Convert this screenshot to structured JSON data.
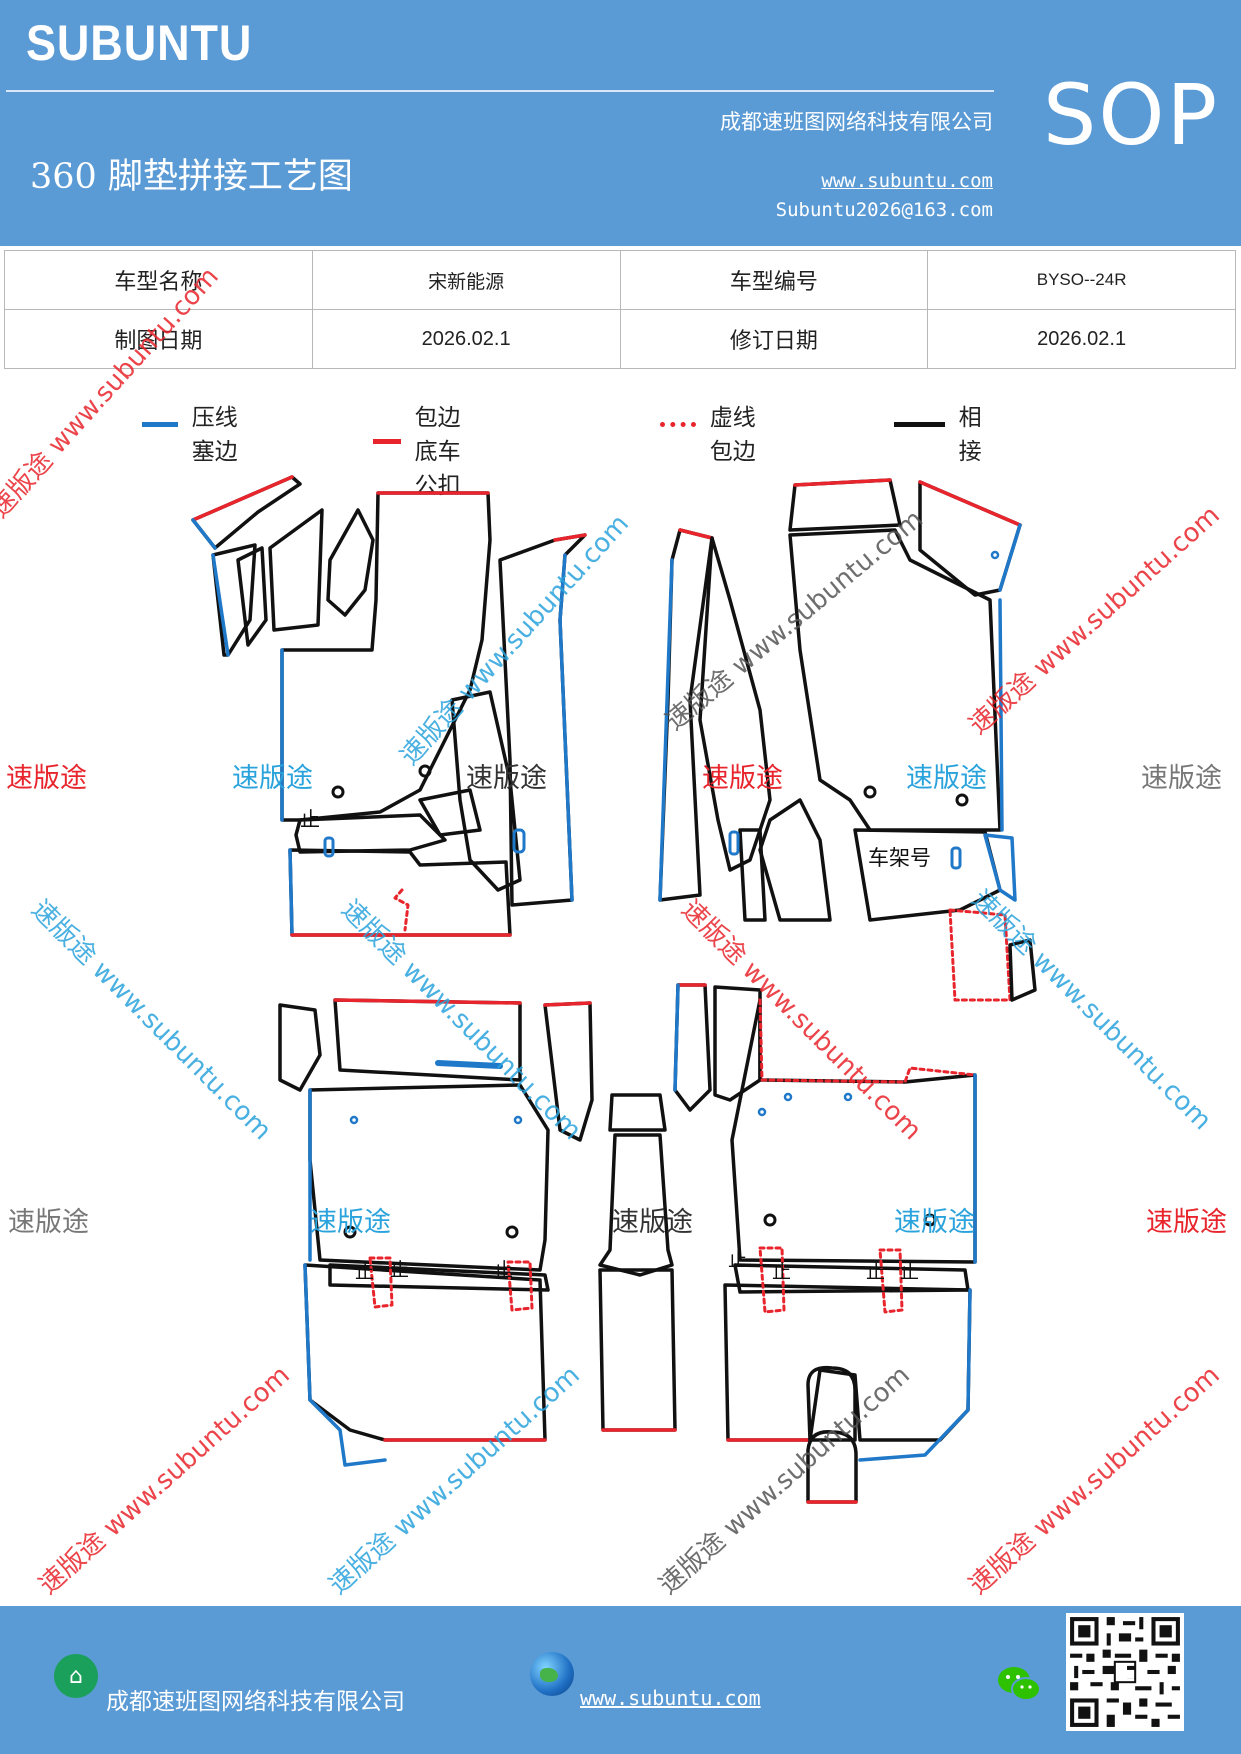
{
  "header": {
    "brand": "SUBUNTU",
    "title": "360 脚垫拼接工艺图",
    "company": "成都速班图网络科技有限公司",
    "website": "www.subuntu.com",
    "email": "Subuntu2026@163.com",
    "doc_type": "SOP",
    "bg_color": "#5b9bd5"
  },
  "info": {
    "model_name_label": "车型名称",
    "model_name": "宋新能源",
    "model_code_label": "车型编号",
    "model_code": "BYSO--24R",
    "draw_date_label": "制图日期",
    "draw_date": "2026.02.1",
    "revise_date_label": "修订日期",
    "revise_date": "2026.02.1"
  },
  "legend": [
    {
      "label": "压线塞边",
      "color": "#1f78c8",
      "style": "solid"
    },
    {
      "label": "包边底车公扣",
      "color": "#e8252c",
      "style": "solid"
    },
    {
      "label": "虚线包边",
      "color": "#e8252c",
      "style": "dotted"
    },
    {
      "label": "相接",
      "color": "#111111",
      "style": "solid"
    }
  ],
  "diagram": {
    "frame_label": "车架号",
    "mark_label": "止"
  },
  "watermarks": {
    "short": "速版途",
    "long": "速版途 www.subuntu.com"
  },
  "footer": {
    "company": "成都速班图网络科技有限公司",
    "website": "www.subuntu.com",
    "home_icon": "home-icon",
    "globe_icon": "globe-icon",
    "wechat_icon": "wechat-icon"
  }
}
